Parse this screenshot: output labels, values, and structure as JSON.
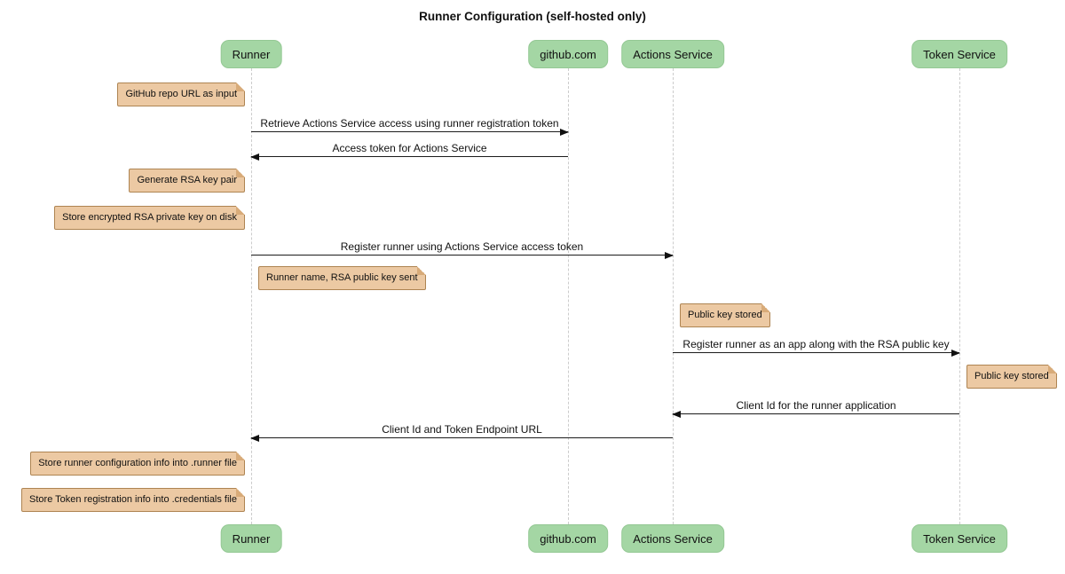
{
  "diagram_type": "sequence",
  "title": "Runner Configuration (self-hosted only)",
  "colors": {
    "participant_fill": "#a4d6a4",
    "note_fill": "#ecc9a3",
    "note_border": "#ae8452",
    "lifeline": "#cccccc",
    "message_line": "#1c1c1c",
    "background": "#ffffff"
  },
  "participants": [
    {
      "label": "Runner"
    },
    {
      "label": "github.com"
    },
    {
      "label": "Actions Service"
    },
    {
      "label": "Token Service"
    }
  ],
  "messages": [
    {
      "from": "Runner",
      "to": "github.com",
      "direction": "right",
      "label": "Retrieve Actions Service access using runner registration token"
    },
    {
      "from": "github.com",
      "to": "Runner",
      "direction": "left",
      "label": "Access token for Actions Service"
    },
    {
      "from": "Runner",
      "to": "Actions Service",
      "direction": "right",
      "label": "Register runner using Actions Service access token"
    },
    {
      "from": "Actions Service",
      "to": "Token Service",
      "direction": "right",
      "label": "Register runner as an app along with the RSA public key"
    },
    {
      "from": "Token Service",
      "to": "Actions Service",
      "direction": "left",
      "label": "Client Id for the runner application"
    },
    {
      "from": "Actions Service",
      "to": "Runner",
      "direction": "left",
      "label": "Client Id and Token Endpoint URL"
    }
  ],
  "notes": [
    {
      "participant": "Runner",
      "side": "left",
      "text": "GitHub repo URL as input"
    },
    {
      "participant": "Runner",
      "side": "left",
      "text": "Generate RSA key pair"
    },
    {
      "participant": "Runner",
      "side": "left",
      "text": "Store encrypted RSA private key on disk"
    },
    {
      "participant": "Runner",
      "side": "right",
      "text": "Runner name, RSA public key sent"
    },
    {
      "participant": "Actions Service",
      "side": "right",
      "text": "Public key stored"
    },
    {
      "participant": "Token Service",
      "side": "right",
      "text": "Public key stored"
    },
    {
      "participant": "Runner",
      "side": "left",
      "text": "Store runner configuration info into .runner file"
    },
    {
      "participant": "Runner",
      "side": "left",
      "text": "Store Token registration info into .credentials file"
    }
  ]
}
